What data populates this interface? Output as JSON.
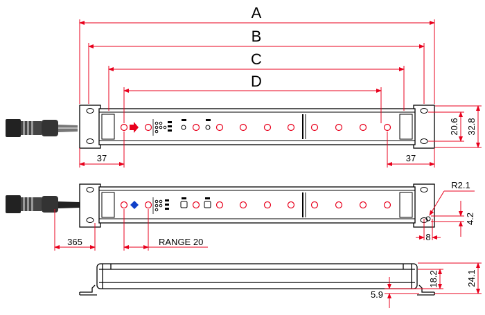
{
  "labels": {
    "A": "A",
    "B": "B",
    "C": "C",
    "D": "D",
    "left_offset": "37",
    "right_offset": "37",
    "height_20_6": "20.6",
    "height_32_8": "32.8",
    "cable_365": "365",
    "range": "RANGE 20",
    "r2_1": "R2.1",
    "dim_8": "8",
    "dim_4_2": "4.2",
    "dim_18_2": "18.2",
    "dim_24_1": "24.1",
    "dim_5_9": "5.9"
  },
  "colors": {
    "dimension": "#e8001c",
    "outline": "#000000",
    "emitter_arrow": "#e8001c",
    "receiver_arrow": "#1040c8"
  },
  "icons": {
    "transmitter": "arrow-right-icon",
    "receiver": "diamond-icon",
    "connector": "m12-connector-icon"
  }
}
